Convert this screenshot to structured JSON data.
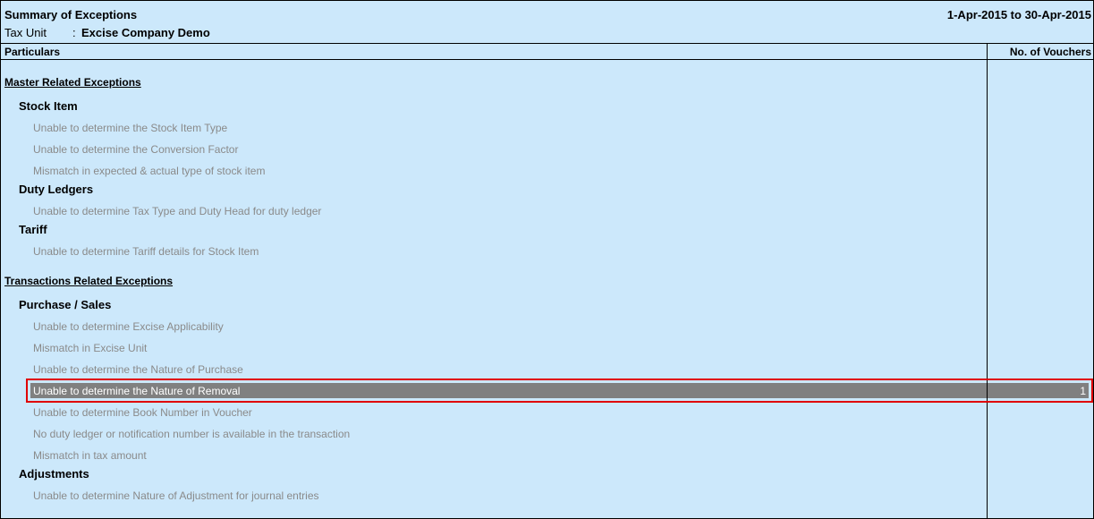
{
  "header": {
    "title": "Summary of Exceptions",
    "period": "1-Apr-2015 to 30-Apr-2015",
    "unit_label": "Tax Unit",
    "unit_colon": ":",
    "unit_value": "Excise Company Demo"
  },
  "columns": {
    "particulars": "Particulars",
    "vouchers": "No. of Vouchers"
  },
  "sections": {
    "master": {
      "title": "Master Related Exceptions",
      "stock_item": {
        "title": "Stock Item",
        "items": [
          "Unable to determine the Stock Item Type",
          "Unable to determine the Conversion Factor",
          "Mismatch in expected & actual type of stock item"
        ]
      },
      "duty_ledgers": {
        "title": "Duty Ledgers",
        "items": [
          "Unable to determine Tax Type and Duty Head for duty ledger"
        ]
      },
      "tariff": {
        "title": "Tariff",
        "items": [
          "Unable to determine Tariff details for Stock Item"
        ]
      }
    },
    "transactions": {
      "title": "Transactions Related Exceptions",
      "purchase_sales": {
        "title": "Purchase / Sales",
        "items": [
          "Unable to determine Excise Applicability",
          "Mismatch in Excise Unit",
          "Unable to determine the Nature of Purchase",
          "Unable to determine the Nature of Removal",
          "Unable to determine Book Number in Voucher",
          "No duty ledger or notification number is available in the transaction",
          "Mismatch in tax amount"
        ],
        "selected_count": "1"
      },
      "adjustments": {
        "title": "Adjustments",
        "items": [
          "Unable to determine Nature of Adjustment for journal entries"
        ]
      }
    }
  }
}
